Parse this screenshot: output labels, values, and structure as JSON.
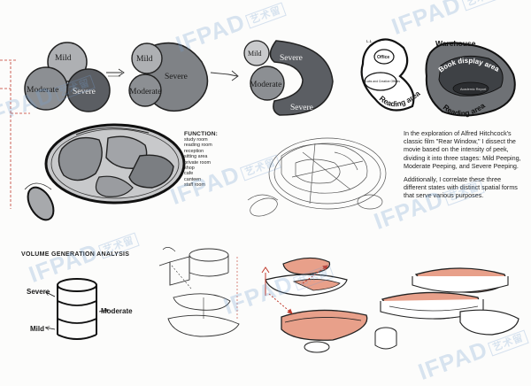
{
  "stages": {
    "mild": "Mild",
    "moderate": "Moderate",
    "severe": "Severe"
  },
  "zoning": {
    "ll": "L.L",
    "office": "Office",
    "labs": "Labs and Creative Offices",
    "reading_area": "Reading area",
    "warehouse": "Warehouse",
    "book_display": "Book display area",
    "academic_report": "Academic Report"
  },
  "function_block": {
    "title": "FUNCTION:",
    "items": [
      "study room",
      "reading room",
      "reception",
      "sitting area",
      "private room",
      "shop",
      "cafe",
      "canteen",
      "staff room"
    ]
  },
  "description": {
    "paragraph1": "In the exploration of Alfred Hitchcock's classic film \"Rear Window,\" I dissect the movie based on the intensity of peek, dividing it into three stages: Mild Peeping, Moderate Peeping, and Severe Peeping.",
    "paragraph2": "Additionally, I correlate these three different states with distinct spatial forms that serve various purposes."
  },
  "volume": {
    "title": "VOLUME GENERATION ANALYSIS",
    "severe": "Severe",
    "moderate": "Moderate",
    "mild": "Mild"
  },
  "watermark": {
    "text": "IFPAD",
    "tag": "艺术留"
  },
  "colors": {
    "mild": "#aeb0b3",
    "moderate": "#8c8f93",
    "severe": "#5b5e63",
    "accent": "#e8a08a",
    "dashed_red": "#c0392b"
  }
}
